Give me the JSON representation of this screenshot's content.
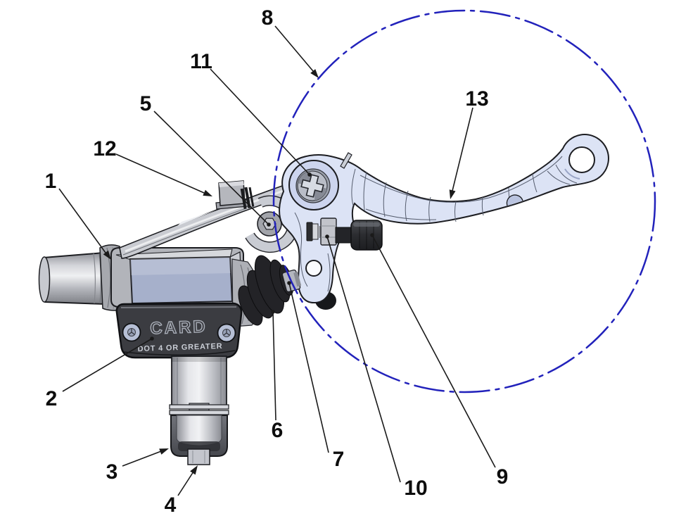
{
  "diagram": {
    "brand_logo": "CARD",
    "cap_label": "DOT 4 OR GREATER",
    "callouts": [
      {
        "number": "1"
      },
      {
        "number": "2"
      },
      {
        "number": "3"
      },
      {
        "number": "4"
      },
      {
        "number": "5"
      },
      {
        "number": "6"
      },
      {
        "number": "7"
      },
      {
        "number": "8"
      },
      {
        "number": "9"
      },
      {
        "number": "10"
      },
      {
        "number": "11"
      },
      {
        "number": "12"
      },
      {
        "number": "13"
      }
    ],
    "colors": {
      "detail_circle": "#2222bb",
      "leader": "#1a1a1a",
      "callout_text": "#0d0d0d",
      "lever_fill": "#dce3f5",
      "boss_fill": "#ccd4ee",
      "window_fill": "#a6b0cb",
      "cap_fill": "#3b3c41",
      "boot_fill": "#232327",
      "cap_text_color": "#c9cdd5",
      "logo_stroke": "#a9aeb8"
    }
  }
}
